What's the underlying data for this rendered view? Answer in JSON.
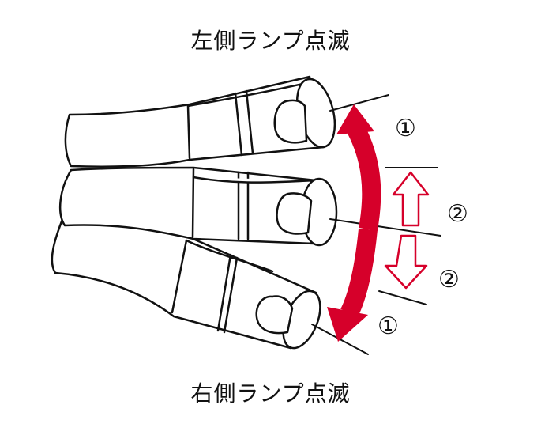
{
  "labels": {
    "top": "左側ランプ点滅",
    "bottom": "右側ランプ点滅"
  },
  "markers": {
    "full_up": "①",
    "half_up": "②",
    "half_down": "②",
    "full_down": "①"
  },
  "colors": {
    "line": "#111111",
    "arrow": "#d6002a",
    "background": "#ffffff"
  }
}
